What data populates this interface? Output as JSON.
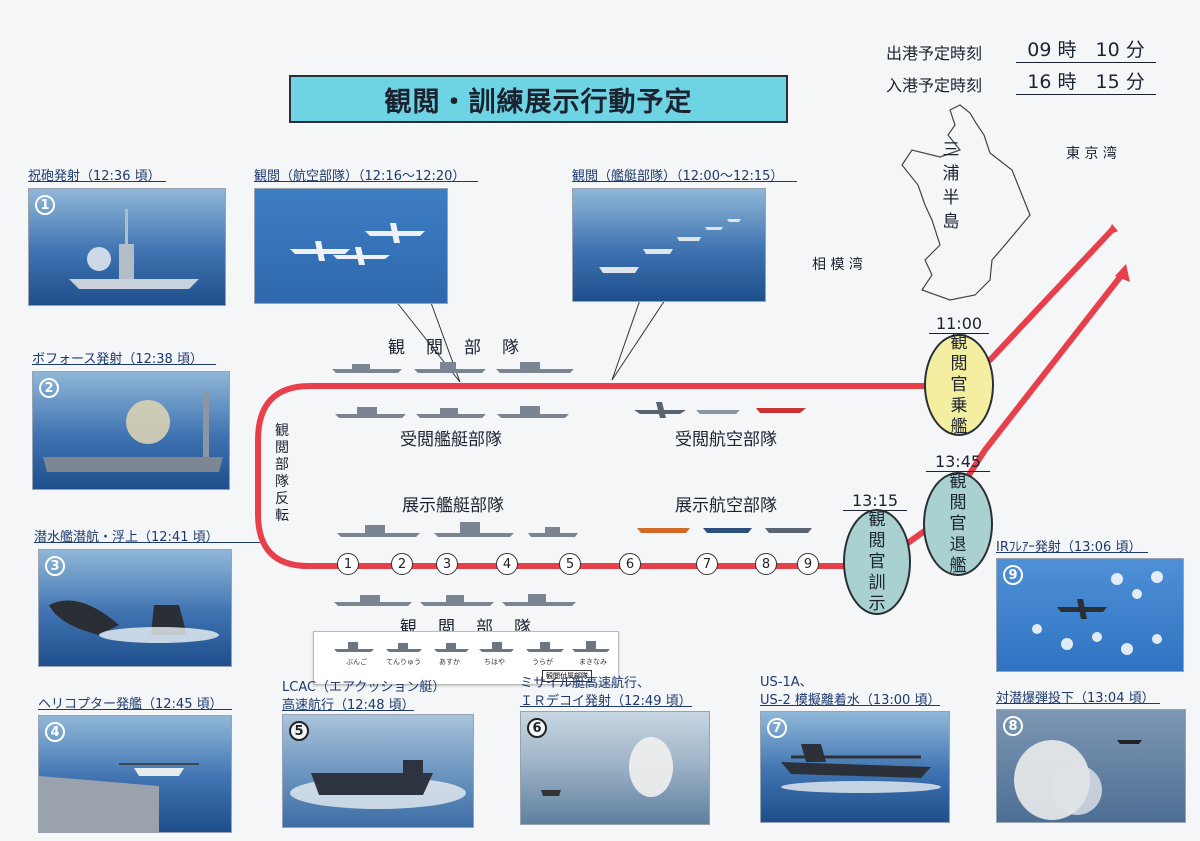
{
  "title": "観閲・訓練展示行動予定",
  "schedule": {
    "depart_label": "出港予定時刻",
    "depart_time": "09 時　10 分",
    "return_label": "入港予定時刻",
    "return_time": "16 時　15 分"
  },
  "map": {
    "peninsula": [
      "三",
      "浦",
      "半",
      "島"
    ],
    "tokyo_bay": "東 京 湾",
    "sagami_bay": "相 模 湾"
  },
  "route": {
    "review_units_label": "観　閲　部　隊",
    "review_units_label_bottom": "観　閲　部　隊",
    "turn_label": [
      "観",
      "閲",
      "部",
      "隊",
      "反",
      "転"
    ],
    "received_ships": "受閲艦艇部隊",
    "received_aircraft": "受閲航空部隊",
    "display_ships": "展示艦艇部隊",
    "display_aircraft": "展示航空部隊",
    "numbers": [
      "1",
      "2",
      "3",
      "4",
      "5",
      "6",
      "7",
      "8",
      "9"
    ],
    "events": [
      {
        "time": "11:00",
        "chars": [
          "観",
          "閲",
          "官",
          "乗",
          "艦"
        ],
        "color": "#f4efa0"
      },
      {
        "time": "13:45",
        "chars": [
          "観",
          "閲",
          "官",
          "退",
          "艦"
        ],
        "color": "#a9d1cf"
      },
      {
        "time": "13:15",
        "chars": [
          "観",
          "閲",
          "官",
          "訓",
          "示"
        ],
        "color": "#a9d1cf"
      }
    ],
    "route_color": "#e8404a"
  },
  "ship_strip": {
    "names": [
      "ぶんご",
      "てんりゅう",
      "あすか",
      "ちはや",
      "うらが",
      "まきなみ"
    ],
    "badge": "観閲付属部隊"
  },
  "photos": [
    {
      "num": "1",
      "caption": "祝砲発射（12:36 頃）"
    },
    {
      "num": "2",
      "caption": "ボフォース発射（12:38 頃）"
    },
    {
      "num": "3",
      "caption": "潜水艦潜航・浮上（12:41 頃）"
    },
    {
      "num": "4",
      "caption": "ヘリコプター発艦（12:45 頃）"
    },
    {
      "num": "5",
      "caption_top": "LCAC（エアクッション艇）",
      "caption": "高速航行（12:48 頃）"
    },
    {
      "num": "6",
      "caption_top": "ミサイル艇高速航行、",
      "caption": "ＩＲデコイ発射（12:49 頃）"
    },
    {
      "num": "7",
      "caption_top": "US-1A、",
      "caption": "US-2 模擬離着水（13:00 頃）"
    },
    {
      "num": "8",
      "caption": "対潜爆弾投下（13:04 頃）"
    },
    {
      "num": "9",
      "caption": "IRﾌﾚｱｰ発射（13:06 頃）"
    },
    {
      "caption": "観閲（航空部隊）（12:16～12:20）"
    },
    {
      "caption": "観閲（艦艇部隊）（12:00～12:15）"
    }
  ]
}
